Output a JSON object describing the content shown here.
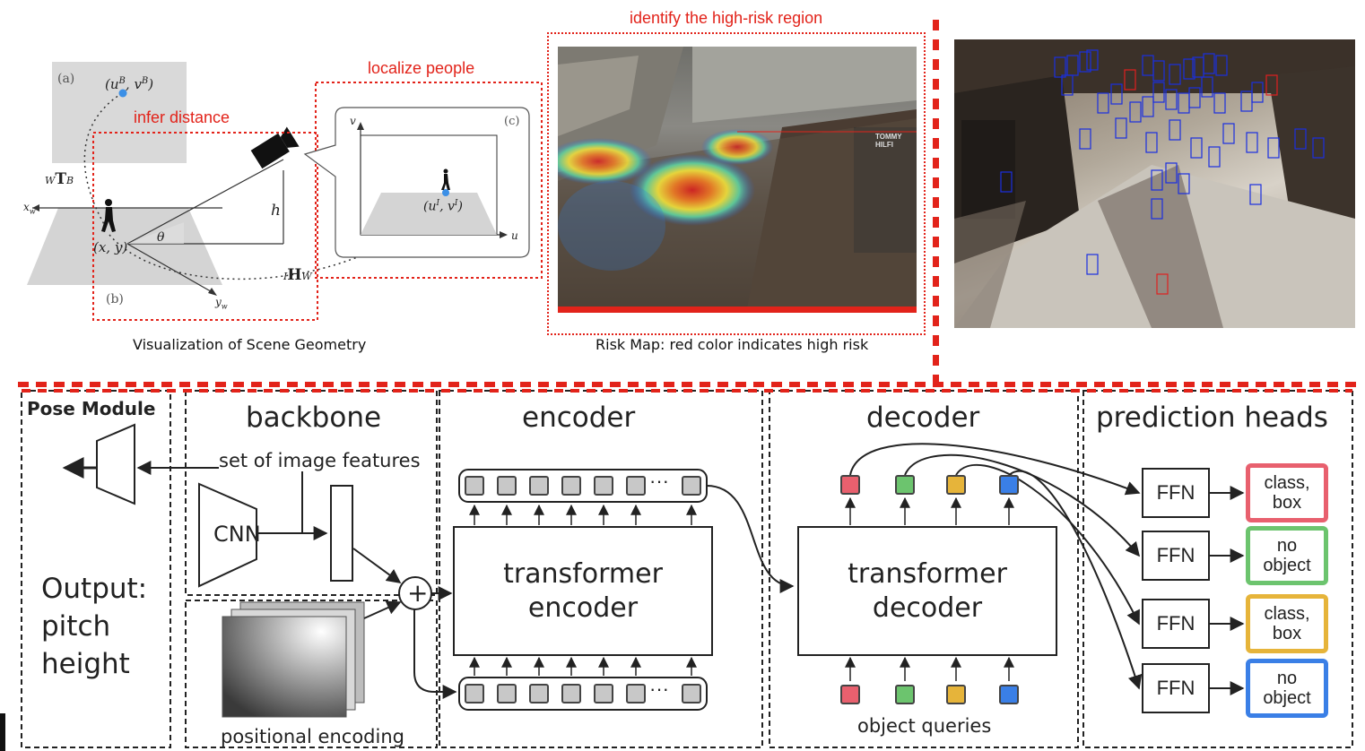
{
  "scene": {
    "label_a": "(a)",
    "label_b": "(b)",
    "label_c": "(c)",
    "ub_vb": "(u^B, v^B)",
    "wTB": "wTB",
    "xw": "x_w",
    "yw": "y_w",
    "xy": "(x, y)",
    "theta": "θ",
    "h": "h",
    "IHW": "IHW",
    "v": "v",
    "u": "u",
    "uI_vI": "(u^I, v^I)",
    "infer_distance": "infer distance",
    "localize_people": "localize people",
    "caption": "Visualization of Scene Geometry"
  },
  "risk": {
    "title": "identify the high-risk region",
    "caption": "Risk Map: red color indicates high risk",
    "sign": "TOMMY HILFI"
  },
  "arch": {
    "pose_module": "Pose Module",
    "output": "Output:\npitch\nheight",
    "backbone": "backbone",
    "set_of_features": "set of image features",
    "cnn": "CNN",
    "positional_encoding": "positional encoding",
    "plus": "+",
    "encoder": "encoder",
    "transformer_encoder": "transformer\nencoder",
    "ellipsis": "···",
    "decoder": "decoder",
    "transformer_decoder": "transformer\ndecoder",
    "object_queries": "object queries",
    "prediction_heads": "prediction heads",
    "ffn": "FFN",
    "outputs": [
      {
        "label": "class,\nbox",
        "color": "#e8606e"
      },
      {
        "label": "no\nobject",
        "color": "#6cc46e"
      },
      {
        "label": "class,\nbox",
        "color": "#e6b43a"
      },
      {
        "label": "no\nobject",
        "color": "#3a7fe6"
      }
    ],
    "query_colors": [
      "#e8606e",
      "#6cc46e",
      "#e6b43a",
      "#3a7fe6"
    ]
  },
  "colors": {
    "accent_red": "#e2231a",
    "detection_blue": "#1a2fe0",
    "detection_red": "#e02020"
  }
}
